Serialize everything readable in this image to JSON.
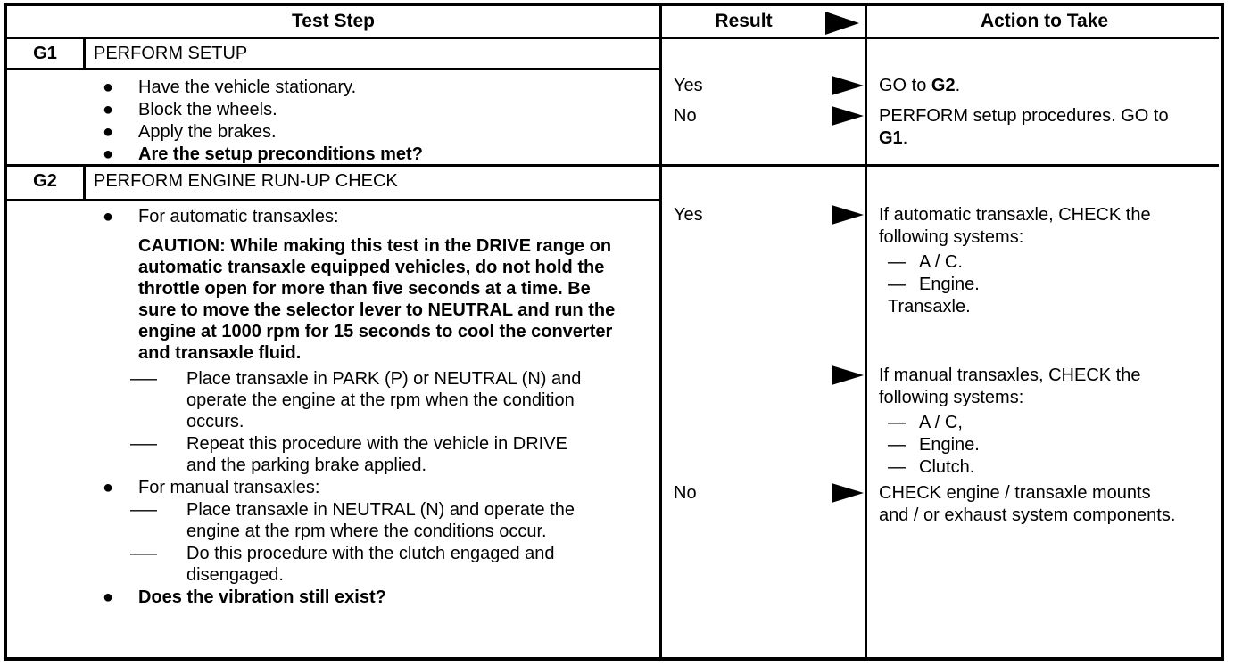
{
  "table": {
    "headers": {
      "test_step": "Test Step",
      "result": "Result",
      "action": "Action to Take"
    },
    "markers": {
      "bullet": "●",
      "dash": "—"
    },
    "steps": [
      {
        "id": "G1",
        "title": "PERFORM SETUP",
        "items": [
          {
            "text": "Have the vehicle stationary."
          },
          {
            "text": "Block the wheels."
          },
          {
            "text": "Apply the brakes."
          },
          {
            "text": "Are the setup preconditions met?"
          }
        ],
        "outcomes": [
          {
            "result": "Yes",
            "action_prefix": "GO to ",
            "action_ref": "G2",
            "action_suffix": "."
          },
          {
            "result": "No",
            "action_prefix": "PERFORM setup procedures. GO to ",
            "action_ref": "G1",
            "action_suffix": "."
          }
        ]
      },
      {
        "id": "G2",
        "title": "PERFORM ENGINE RUN-UP CHECK",
        "items": [
          {
            "text": "For automatic transaxles:"
          },
          {
            "text": "CAUTION: While making this test in the DRIVE range on automatic transaxle equipped vehicles, do not hold the throttle open for more than five seconds at a time. Be sure to move the selector lever to NEUTRAL and run the engine at 1000 rpm for 15 seconds to cool the converter and transaxle fluid."
          },
          {
            "text": "Place transaxle in PARK (P) or NEUTRAL (N) and operate the engine at the rpm when the condition occurs."
          },
          {
            "text": "Repeat this procedure with the vehicle in DRIVE and the parking brake applied."
          },
          {
            "text": "For manual transaxles:"
          },
          {
            "text": "Place transaxle in NEUTRAL (N) and operate the engine at the rpm where the conditions occur."
          },
          {
            "text": "Do this procedure with the clutch engaged and disengaged."
          },
          {
            "text": "Does the vibration still exist?"
          }
        ],
        "outcomes": [
          {
            "result": "Yes",
            "action_intro": "If automatic transaxle, CHECK the following systems:",
            "action_items": [
              "A / C.",
              "Engine.",
              "Transaxle."
            ]
          },
          {
            "result": "",
            "action_intro": "If manual transaxles, CHECK the following systems:",
            "action_items": [
              "A / C,",
              "Engine.",
              "Clutch."
            ]
          },
          {
            "result": "No",
            "action_text": "CHECK engine / transaxle mounts and / or exhaust system components."
          }
        ]
      }
    ]
  }
}
